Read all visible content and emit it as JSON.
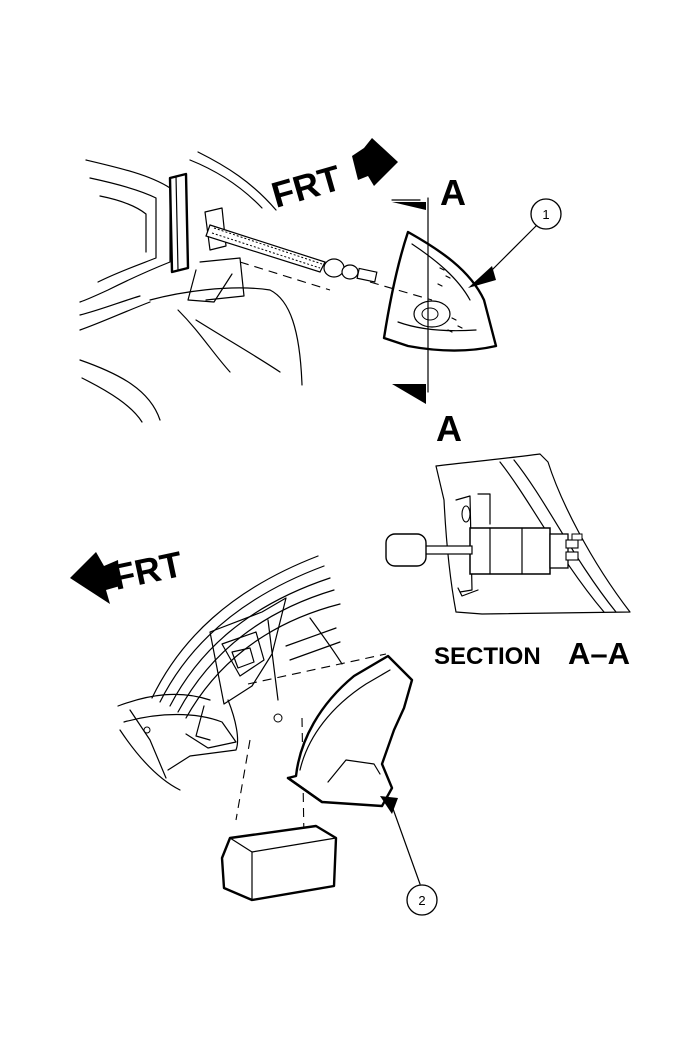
{
  "labels": {
    "frt_top": "FRT",
    "frt_bottom": "FRT",
    "view_a_top": "A",
    "view_a_bottom": "A",
    "section_word": "SECTION",
    "section_id": "A–A"
  },
  "callouts": [
    {
      "number": "1"
    },
    {
      "number": "2"
    }
  ]
}
